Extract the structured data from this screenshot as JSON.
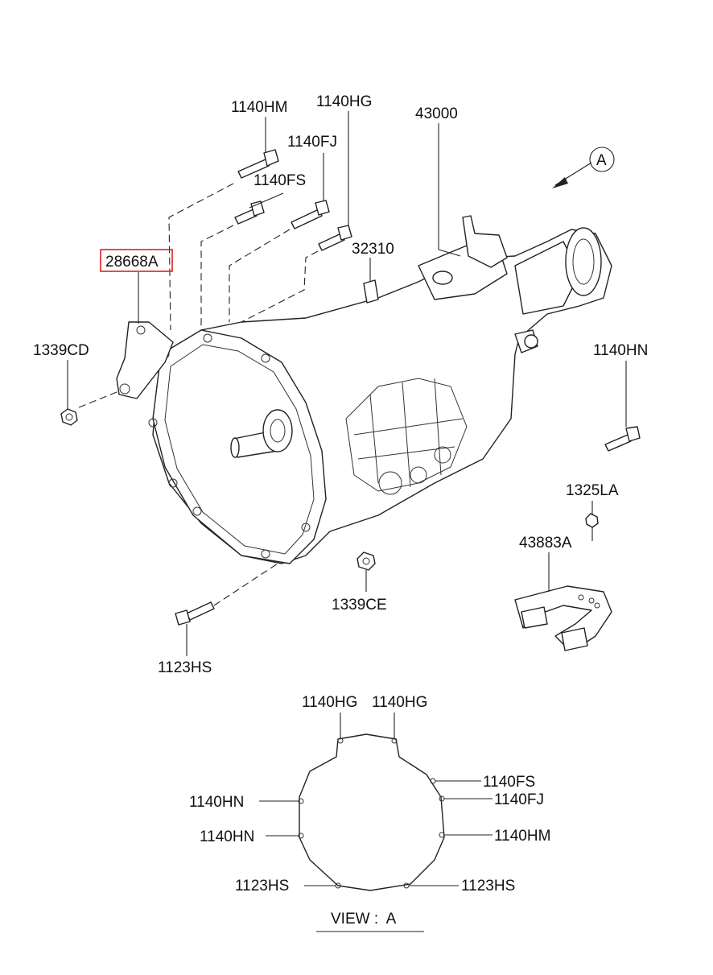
{
  "labels": {
    "bolt_1140HM": "1140HM",
    "bolt_1140HG": "1140HG",
    "bolt_1140FJ": "1140FJ",
    "bolt_1140FS": "1140FS",
    "assembly_43000": "43000",
    "view_marker": "A",
    "bracket_28668A": "28668A",
    "stud_32310": "32310",
    "nut_1339CD": "1339CD",
    "bolt_1140HN": "1140HN",
    "nut_1325LA": "1325LA",
    "bracket_43883A": "43883A",
    "nut_1339CE": "1339CE",
    "bolt_1123HS": "1123HS"
  },
  "view": {
    "title": "VIEW :  A",
    "points": {
      "top_left": "1140HG",
      "top_right": "1140HG",
      "right_1": "1140FS",
      "right_2": "1140FJ",
      "right_3": "1140HM",
      "left_1": "1140HN",
      "left_2": "1140HN",
      "bottom_left": "1123HS",
      "bottom_right": "1123HS"
    }
  },
  "highlight_color": "#e02020"
}
